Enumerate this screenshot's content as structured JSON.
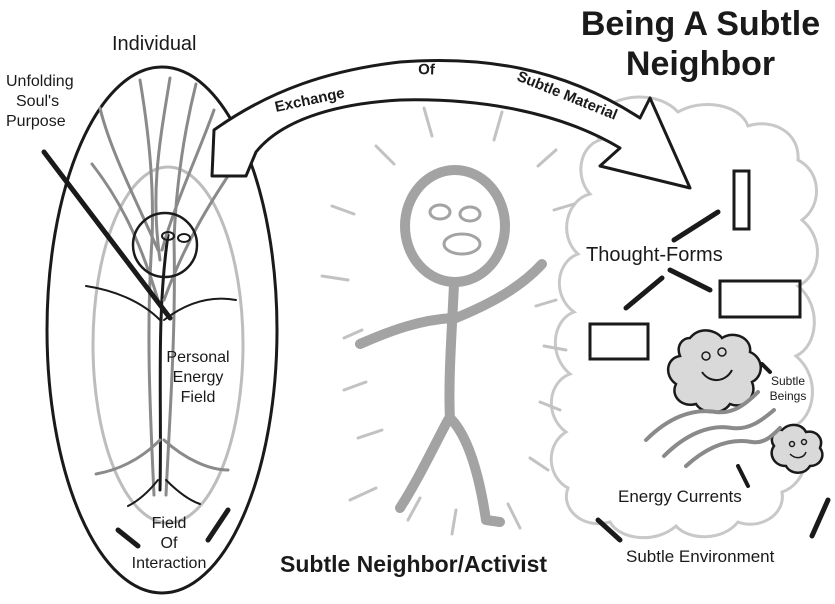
{
  "title": {
    "line1": "Being A Subtle",
    "line2": "Neighbor"
  },
  "labels": {
    "individual": "Individual",
    "purpose_line1": "Unfolding",
    "purpose_line2": "Soul's",
    "purpose_line3": "Purpose",
    "energy_line1": "Personal",
    "energy_line2": "Energy",
    "energy_line3": "Field",
    "interaction_line1": "Field",
    "interaction_line2": "Of",
    "interaction_line3": "Interaction",
    "neighbor": "Subtle Neighbor/Activist",
    "thought_forms": "Thought-Forms",
    "beings_line1": "Subtle",
    "beings_line2": "Beings",
    "currents": "Energy Currents",
    "environment": "Subtle Environment"
  },
  "arrow": {
    "word1": "Exchange",
    "word2": "Of",
    "word3": "Subtle Material"
  },
  "colors": {
    "ink": "#1a1a1a",
    "figure": "#a3a3a3",
    "rays": "#c2c2c2",
    "inner_field": "#bdbdbd",
    "cloud_outline": "#c8c8c8",
    "arrow_fill": "#ffffff",
    "being_fill": "#d9d9d9"
  },
  "icons": {
    "individual": "plant-person-icon",
    "activist": "stick-figure-icon",
    "thought_form": "rectangle-icon",
    "being": "smiling-blob-icon",
    "current": "wavy-line-icon"
  }
}
